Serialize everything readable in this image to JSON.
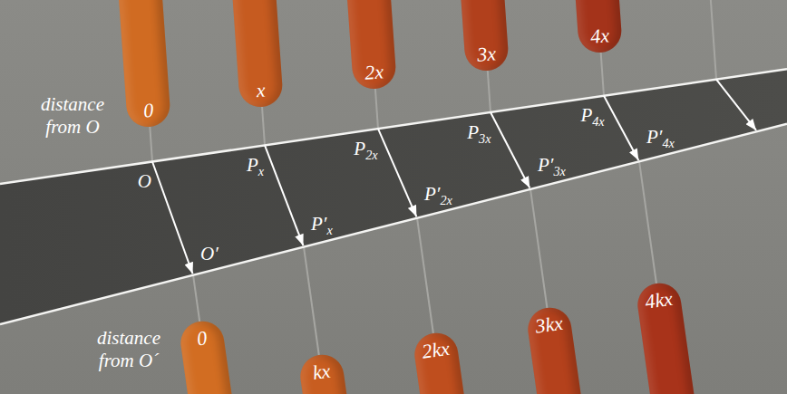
{
  "diagram": {
    "nodes": [
      {
        "text": [
          "0"
        ]
      },
      {
        "text": [
          "x"
        ]
      },
      {
        "text": [
          "2x"
        ]
      },
      {
        "text": [
          "3x"
        ]
      },
      {
        "text": [
          "4x"
        ]
      },
      {
        "text": [
          "0"
        ]
      },
      {
        "text": [
          "kx"
        ]
      },
      {
        "text": [
          "2kx"
        ]
      },
      {
        "text": [
          "3kx"
        ]
      },
      {
        "text": [
          "4kx"
        ]
      }
    ],
    "labels": [
      "distance from O",
      "O",
      "Px",
      "P2x",
      "P3x",
      "P4x",
      "O′",
      "P′x",
      "P′2x",
      "P′3x",
      "P′4x",
      "distance from O´"
    ]
  }
}
